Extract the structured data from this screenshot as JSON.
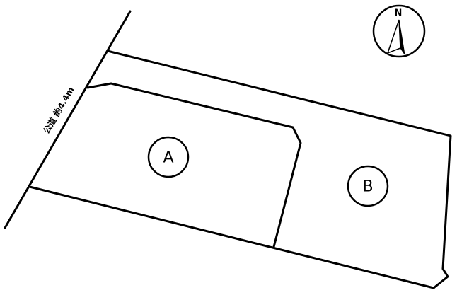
{
  "road": {
    "label": "公道 約4.4m"
  },
  "compass": {
    "label": "N",
    "icon": "north-arrow-icon"
  },
  "lots": [
    {
      "id": "lot-a",
      "label": "A"
    },
    {
      "id": "lot-b",
      "label": "B"
    }
  ],
  "colors": {
    "stroke": "#000000",
    "background": "#ffffff"
  }
}
